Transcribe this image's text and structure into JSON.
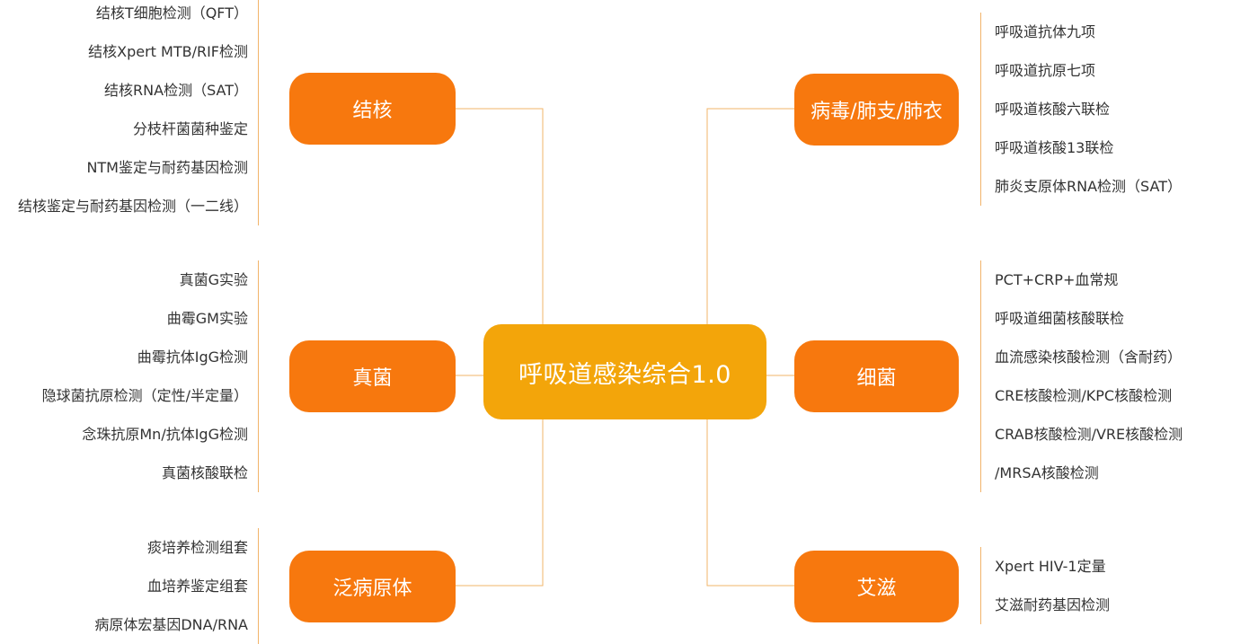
{
  "center": {
    "label": "呼吸道感染综合1.0"
  },
  "colors": {
    "center_fill": "#f3a50a",
    "node_fill": "#f7780e",
    "connector": "#f2b46a",
    "item_text": "#333333"
  },
  "branches": {
    "tb": {
      "label": "结核",
      "items": [
        "结核T细胞检测（QFT）",
        "结核Xpert MTB/RIF检测",
        "结核RNA检测（SAT）",
        "分枝杆菌菌种鉴定",
        "NTM鉴定与耐药基因检测",
        "结核鉴定与耐药基因检测（一二线）"
      ]
    },
    "fungus": {
      "label": "真菌",
      "items": [
        "真菌G实验",
        "曲霉GM实验",
        "曲霉抗体IgG检测",
        "隐球菌抗原检测（定性/半定量）",
        "念珠抗原Mn/抗体IgG检测",
        "真菌核酸联检"
      ]
    },
    "pan": {
      "label": "泛病原体",
      "items": [
        "痰培养检测组套",
        "血培养鉴定组套",
        "病原体宏基因DNA/RNA"
      ]
    },
    "virus": {
      "label": "病毒/肺支/肺衣",
      "items": [
        "呼吸道抗体九项",
        "呼吸道抗原七项",
        "呼吸道核酸六联检",
        "呼吸道核酸13联检",
        "肺炎支原体RNA检测（SAT）"
      ]
    },
    "bacteria": {
      "label": "细菌",
      "items": [
        "PCT+CRP+血常规",
        "呼吸道细菌核酸联检",
        "血流感染核酸检测（含耐药）",
        "CRE核酸检测/KPC核酸检测",
        "CRAB核酸检测/VRE核酸检测",
        "/MRSA核酸检测"
      ]
    },
    "aids": {
      "label": "艾滋",
      "items": [
        "Xpert HIV-1定量",
        "艾滋耐药基因检测"
      ]
    }
  }
}
